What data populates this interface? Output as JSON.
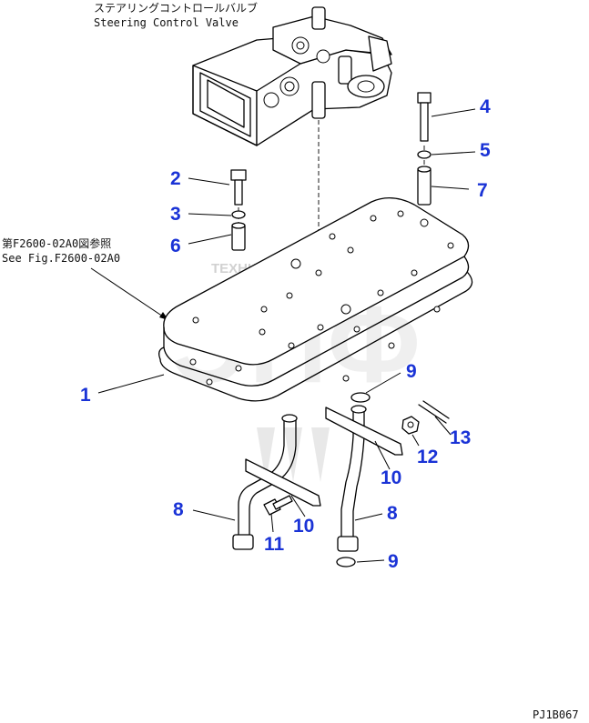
{
  "diagram": {
    "title_jp": "ステアリングコントロールバルブ",
    "title_en": "Steering Control Valve",
    "ref_jp": "第F2600-02A0図参照",
    "ref_en": "See Fig.F2600-02A0",
    "drawing_number": "PJ1B067",
    "watermark": {
      "text": "ТЕХНИКА ЗАПЧАСТИ",
      "logo": "ЭПФ"
    },
    "callouts": [
      {
        "id": "c1",
        "label": "1"
      },
      {
        "id": "c2",
        "label": "2"
      },
      {
        "id": "c3",
        "label": "3"
      },
      {
        "id": "c4",
        "label": "4"
      },
      {
        "id": "c5",
        "label": "5"
      },
      {
        "id": "c6",
        "label": "6"
      },
      {
        "id": "c7",
        "label": "7"
      },
      {
        "id": "c8a",
        "label": "8"
      },
      {
        "id": "c8b",
        "label": "8"
      },
      {
        "id": "c9a",
        "label": "9"
      },
      {
        "id": "c9b",
        "label": "9"
      },
      {
        "id": "c10a",
        "label": "10"
      },
      {
        "id": "c10b",
        "label": "10"
      },
      {
        "id": "c11",
        "label": "11"
      },
      {
        "id": "c12",
        "label": "12"
      },
      {
        "id": "c13",
        "label": "13"
      }
    ],
    "colors": {
      "callout": "#1a33d6",
      "line": "#000000",
      "watermark": "#bdbdbd"
    }
  }
}
